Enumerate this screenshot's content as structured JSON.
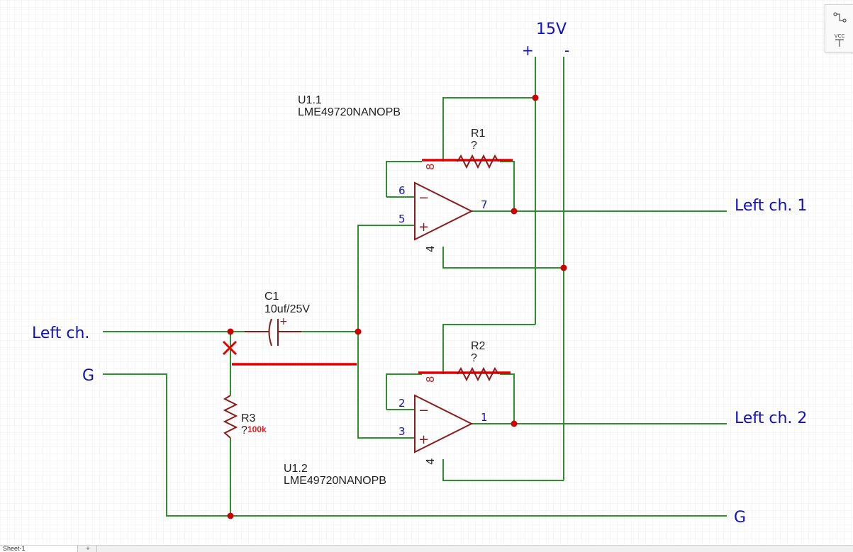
{
  "schematic": {
    "supply": {
      "label": "15V",
      "plus": "+",
      "minus": "-"
    },
    "nets": {
      "input": "Left ch.",
      "ground_left": "G",
      "ground_right": "G",
      "output1": "Left ch. 1",
      "output2": "Left ch. 2"
    },
    "opamp1": {
      "designator": "U1.1",
      "part": "LME49720NANOPB",
      "pins": {
        "inv": "6",
        "noninv": "5",
        "out": "7",
        "vplus": "8",
        "vminus": "4"
      },
      "minus_sign": "−",
      "plus_sign": "+"
    },
    "opamp2": {
      "designator": "U1.2",
      "part": "LME49720NANOPB",
      "pins": {
        "inv": "2",
        "noninv": "3",
        "out": "1",
        "vplus": "8",
        "vminus": "4"
      },
      "minus_sign": "−",
      "plus_sign": "+"
    },
    "r1": {
      "designator": "R1",
      "value": "?"
    },
    "r2": {
      "designator": "R2",
      "value": "?"
    },
    "r3": {
      "designator": "R3",
      "value": "?",
      "annotation": "100k"
    },
    "c1": {
      "designator": "C1",
      "value": "10uf/25V",
      "polarity": "+"
    },
    "colors": {
      "wire": "#2f8f2f",
      "component": "#8b1a1a",
      "junction": "#cc0000",
      "highlight": "#e00000",
      "net_label": "#1010c0"
    }
  },
  "toolbox": {
    "tools": [
      {
        "icon": "wire-tool-icon"
      },
      {
        "icon": "vcc-tool-icon",
        "label": "VCC"
      }
    ]
  },
  "tabs": {
    "sheet": "Sheet-1",
    "add": "+"
  }
}
